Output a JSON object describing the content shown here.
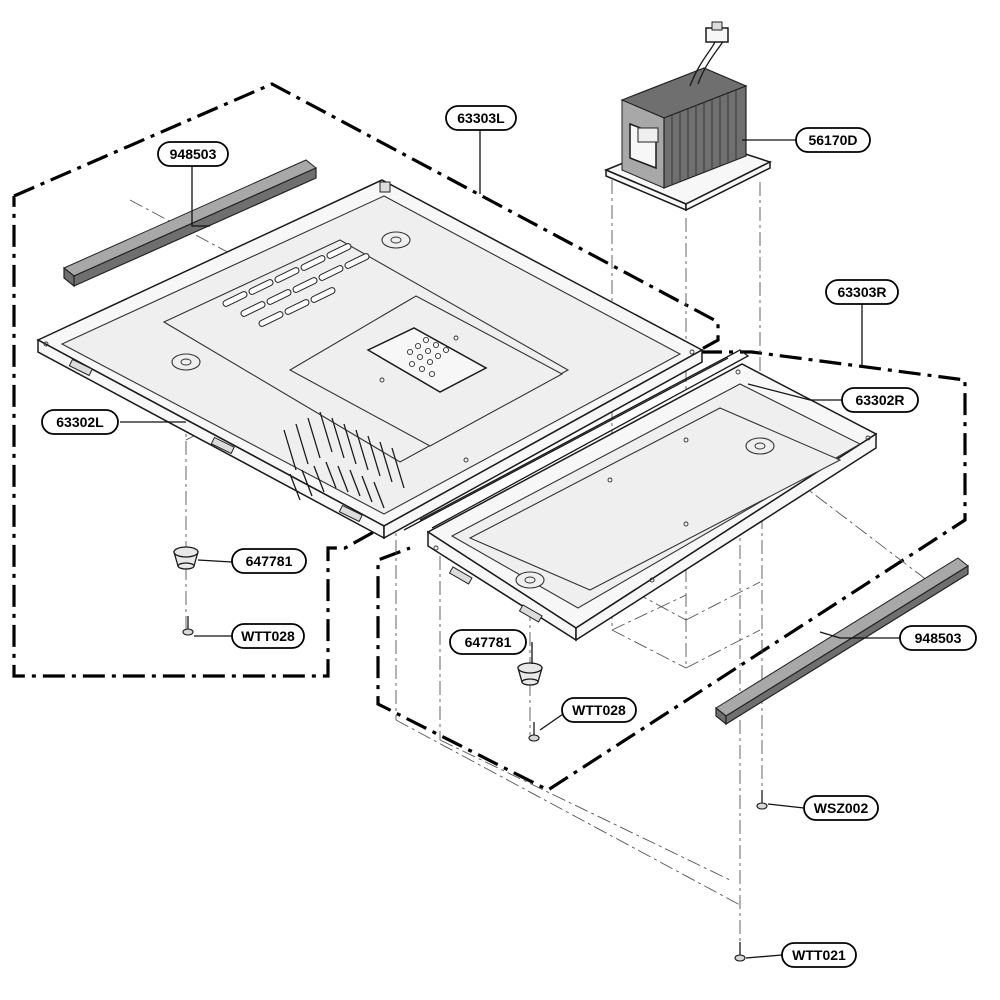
{
  "labels": {
    "part_63303L": "63303L",
    "part_948503_left": "948503",
    "part_56170D": "56170D",
    "part_63303R": "63303R",
    "part_63302R": "63302R",
    "part_63302L": "63302L",
    "part_647781_left": "647781",
    "part_WTT028_left": "WTT028",
    "part_647781_right": "647781",
    "part_WTT028_right": "WTT028",
    "part_948503_right": "948503",
    "part_WSZ002": "WSZ002",
    "part_WTT021": "WTT021"
  }
}
